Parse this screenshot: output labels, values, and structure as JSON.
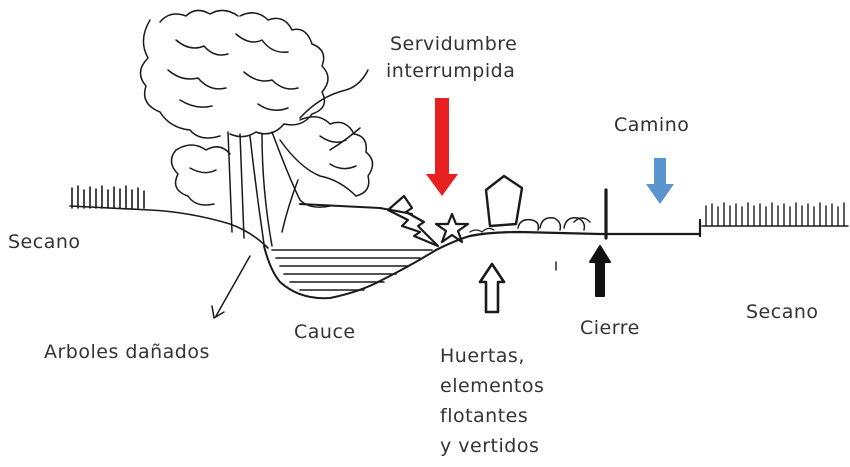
{
  "labels": {
    "secano_left": "Secano",
    "secano_right": "Secano",
    "arboles": "Arboles dañados",
    "cauce": "Cauce",
    "servidumbre_line1": "Servidumbre",
    "servidumbre_line2": "interrumpida",
    "camino": "Camino",
    "cierre": "Cierre",
    "huertas_line1": "Huertas,",
    "huertas_line2": "elementos",
    "huertas_line3": "flotantes",
    "huertas_line4": "y vertidos"
  },
  "colors": {
    "ink": "#1a1a1a",
    "servidumbre_arrow": "#e8201f",
    "camino_arrow": "#5b95cf",
    "text": "#333333"
  },
  "icons": {
    "lightning": "lightning-bolt-icon",
    "star": "star-icon",
    "pentagon": "pentagon-icon"
  }
}
